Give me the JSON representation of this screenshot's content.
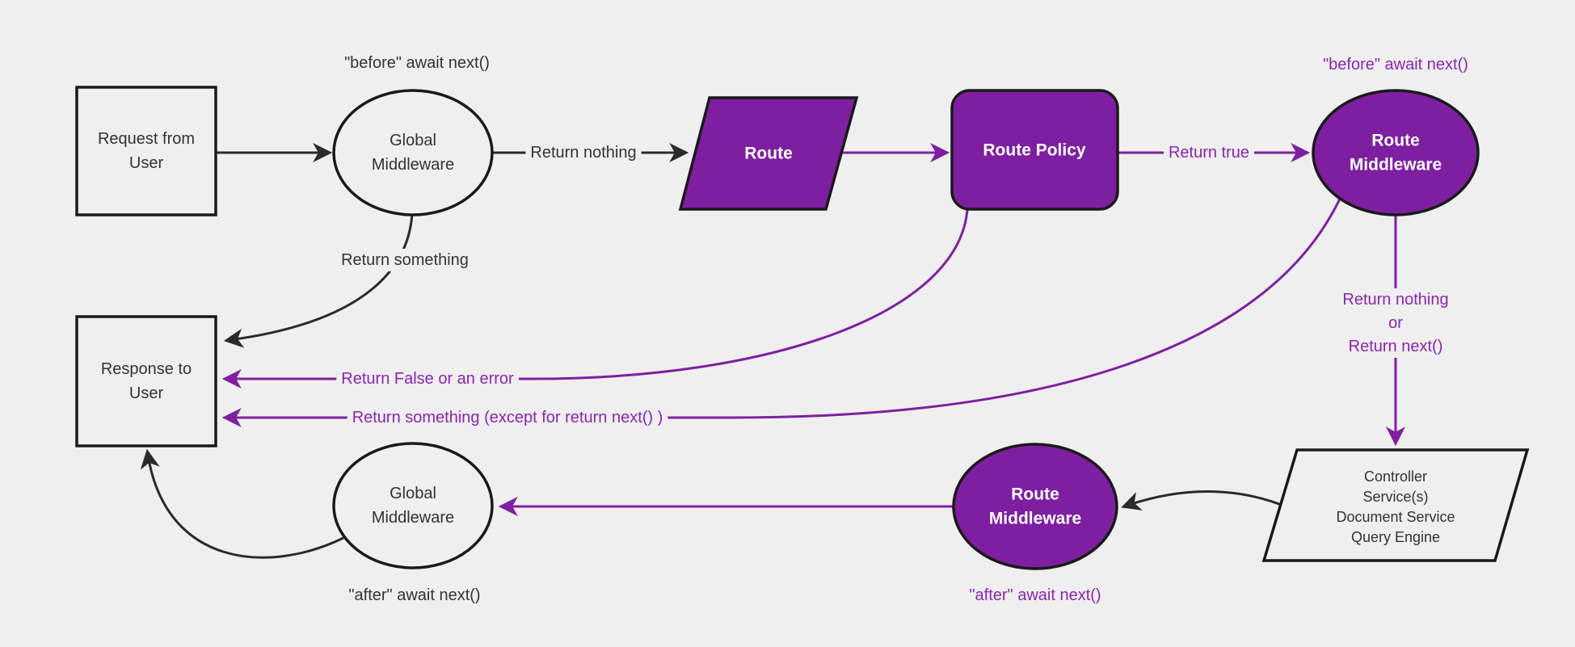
{
  "diagram": {
    "colors": {
      "background": "#efefef",
      "node_fill_accent": "#7e1fa2",
      "node_fill_plain": "#efefef",
      "node_border": "#1a1a1a",
      "edge_dark": "#2b2b2b",
      "edge_purple": "#7e1fa2",
      "text_dark": "#333333",
      "text_purple": "#8b25ae",
      "text_on_accent": "#ffffff"
    },
    "nodes": {
      "request": {
        "lines": [
          "Request from",
          "User"
        ]
      },
      "global_middleware_top": {
        "lines": [
          "Global",
          "Middleware"
        ]
      },
      "route": {
        "label": "Route"
      },
      "route_policy": {
        "label": "Route Policy"
      },
      "route_middleware_top": {
        "lines": [
          "Route",
          "Middleware"
        ]
      },
      "services": {
        "lines": [
          "Controller",
          "Service(s)",
          "Document Service",
          "Query Engine"
        ]
      },
      "route_middleware_bottom": {
        "lines": [
          "Route",
          "Middleware"
        ]
      },
      "global_middleware_bottom": {
        "lines": [
          "Global",
          "Middleware"
        ]
      },
      "response": {
        "lines": [
          "Response to",
          "User"
        ]
      }
    },
    "edge_labels": {
      "before_global": "\"before\" await next()",
      "return_nothing": "Return nothing",
      "return_true": "Return true",
      "before_route": "\"before\" await next()",
      "return_nothing_or_next": [
        "Return nothing",
        "or",
        "Return next()"
      ],
      "return_something": "Return something",
      "return_false_or_error": "Return False or an error",
      "return_something_except": "Return something (except for return next() )",
      "after_route": "\"after\" await next()",
      "after_global": "\"after\" await next()"
    }
  }
}
